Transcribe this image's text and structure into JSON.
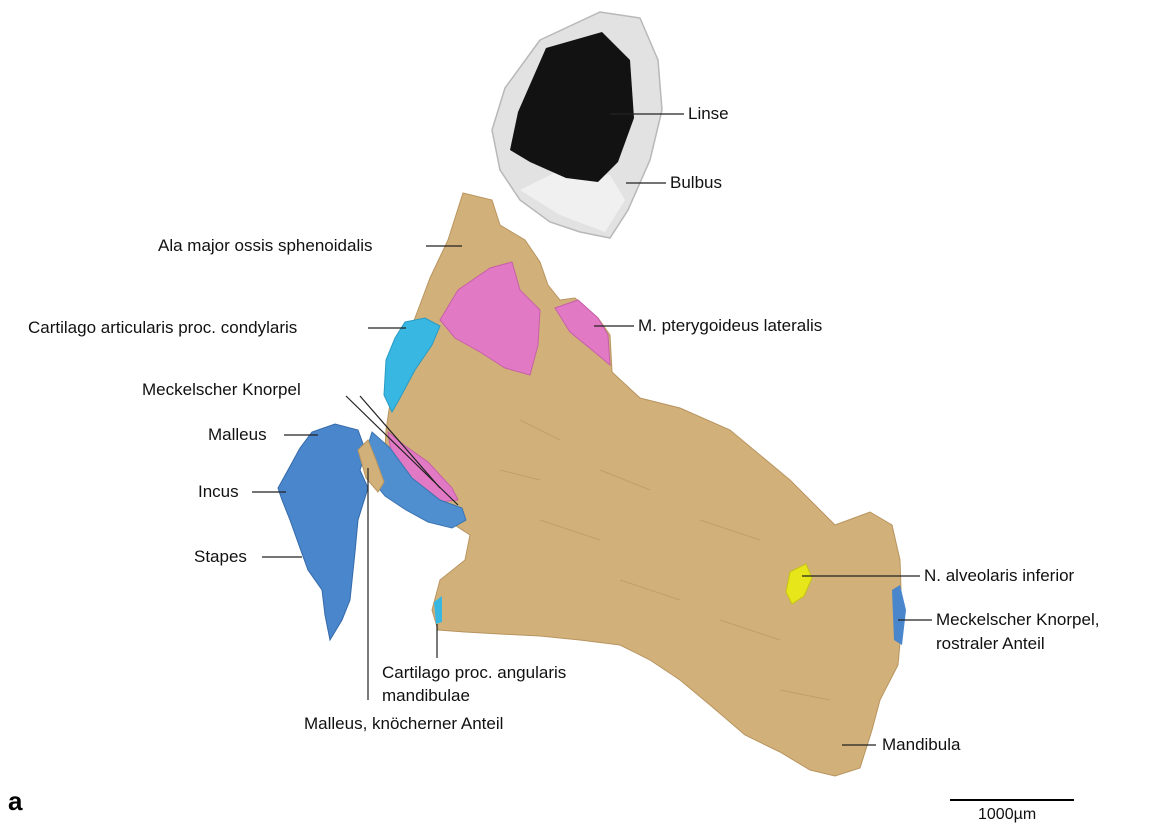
{
  "panel_letter": "a",
  "scale_bar": {
    "label": "1000µm"
  },
  "structures": [
    {
      "id": "bulbus",
      "color": "#e4e4e4"
    },
    {
      "id": "linse",
      "color": "#121212"
    },
    {
      "id": "mandibula",
      "color": "#d2b07a"
    },
    {
      "id": "m-pterygoideus-lateralis",
      "color": "#e279c4"
    },
    {
      "id": "cartilago-articularis",
      "color": "#39b7e3"
    },
    {
      "id": "meckelscher-knorpel",
      "color": "#4f8fd0"
    },
    {
      "id": "malleus-incus-stapes",
      "color": "#4a86cc"
    },
    {
      "id": "n-alveolaris-inferior",
      "color": "#e6e61a"
    }
  ],
  "labels": {
    "linse": "Linse",
    "bulbus": "Bulbus",
    "ala_major": "Ala major ossis sphenoidalis",
    "cartilago_articularis": "Cartilago articularis proc. condylaris",
    "m_pterygoideus": "M. pterygoideus lateralis",
    "meckelscher_knorpel": "Meckelscher Knorpel",
    "malleus": "Malleus",
    "incus": "Incus",
    "stapes": "Stapes",
    "n_alveolaris": "N. alveolaris inferior",
    "meckel_rostral_1": "Meckelscher Knorpel,",
    "meckel_rostral_2": "rostraler Anteil",
    "cartilago_angularis_1": "Cartilago proc. angularis",
    "cartilago_angularis_2": "mandibulae",
    "malleus_knoechern": "Malleus, knöcherner Anteil",
    "mandibula": "Mandibula"
  }
}
